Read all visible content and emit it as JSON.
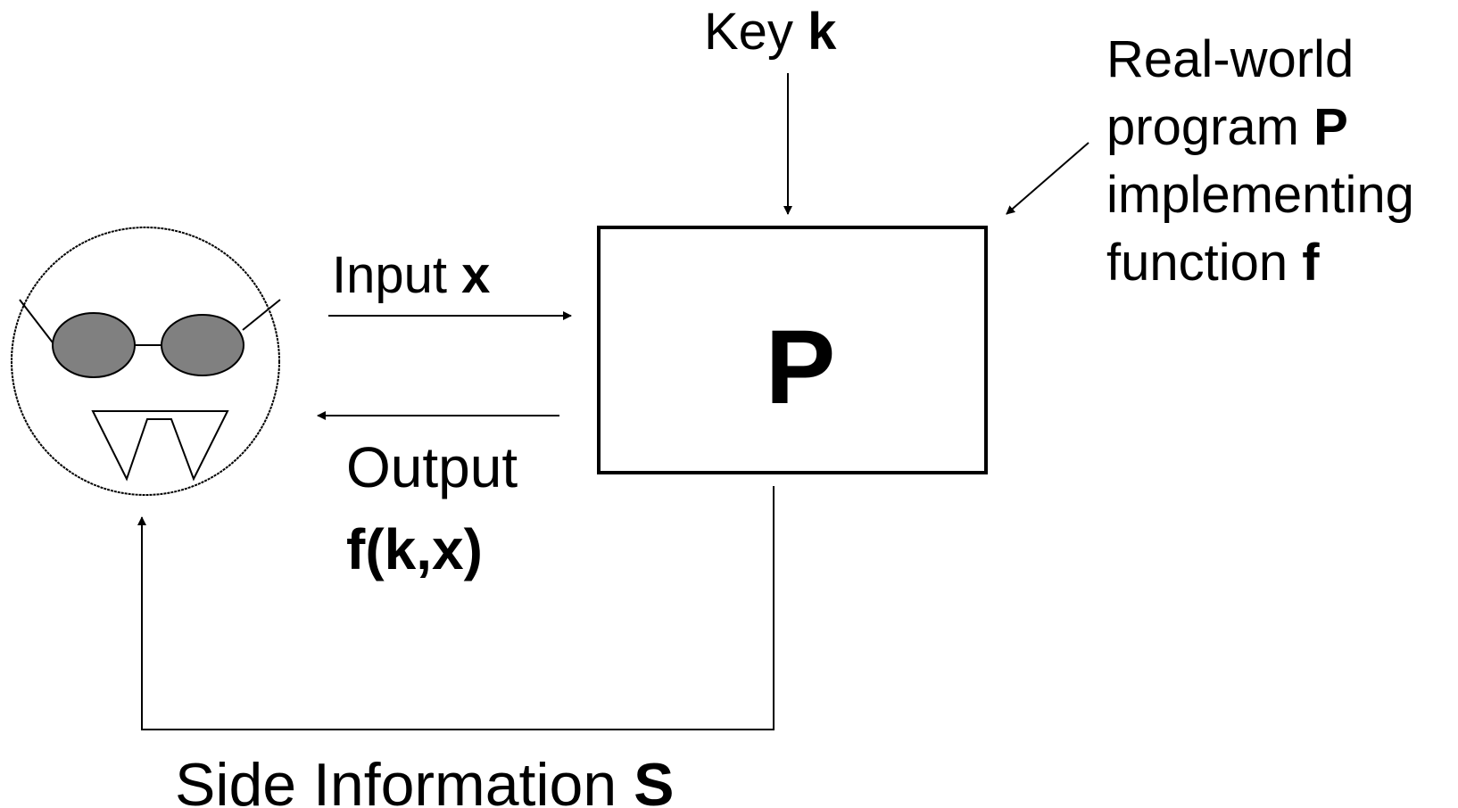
{
  "diagram": {
    "key_label": {
      "text": "Key ",
      "var": "k"
    },
    "program_box_label": "P",
    "program_note": {
      "line1": "Real-world",
      "line2_text": "program ",
      "line2_var": "P",
      "line3": "implementing",
      "line4_text": "function ",
      "line4_var": "f"
    },
    "input_label": {
      "text": "Input ",
      "var": "x"
    },
    "output_label": {
      "line1": "Output",
      "line2": "f(k,x)"
    },
    "side_info_label": {
      "text": "Side Information ",
      "var": "S"
    }
  },
  "colors": {
    "stroke": "#000000",
    "lens_fill": "#808080",
    "background": "#ffffff"
  },
  "icons": {
    "adversary": "adversary-face-with-sunglasses-and-fangs-icon"
  }
}
